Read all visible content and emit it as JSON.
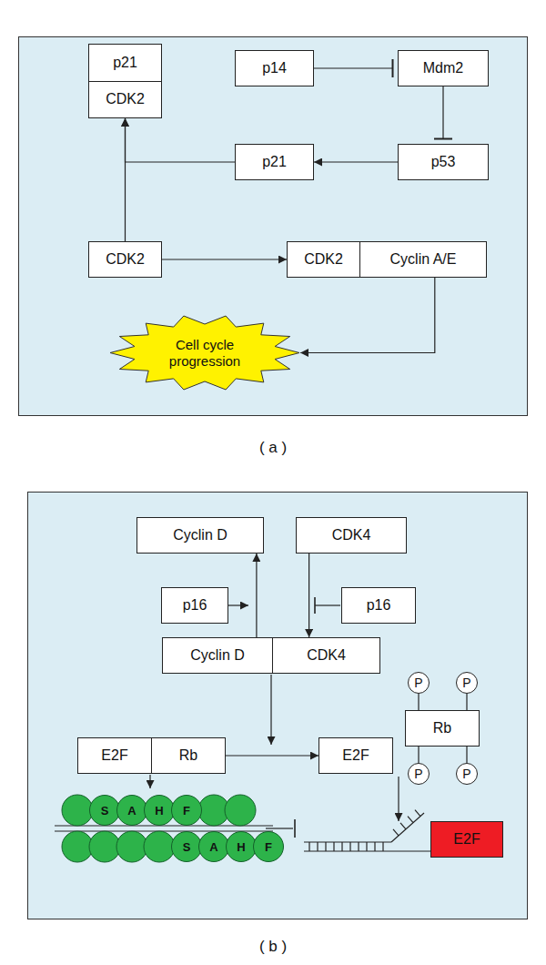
{
  "diagram": {
    "nodes": [
      {
        "text": [
          "p21",
          "CDK2"
        ]
      },
      {
        "text": [
          "p14"
        ]
      },
      {
        "text": [
          "Mdm2"
        ]
      },
      {
        "text": [
          "p21"
        ]
      },
      {
        "text": [
          "p53"
        ]
      },
      {
        "text": [
          "CDK2"
        ]
      },
      {
        "text": [
          "CDK2",
          "Cyclin A/E"
        ]
      },
      {
        "text": [
          "Cell cycle progression"
        ]
      },
      {
        "text": [
          "Cyclin D"
        ]
      },
      {
        "text": [
          "CDK4"
        ]
      },
      {
        "text": [
          "p16"
        ]
      },
      {
        "text": [
          "p16"
        ]
      },
      {
        "text": [
          "Cyclin D",
          "CDK4"
        ]
      },
      {
        "text": [
          "P"
        ]
      },
      {
        "text": [
          "P"
        ]
      },
      {
        "text": [
          "E2F",
          "Rb"
        ]
      },
      {
        "text": [
          "E2F"
        ]
      },
      {
        "text": [
          "Rb"
        ]
      },
      {
        "text": [
          "P"
        ]
      },
      {
        "text": [
          "P"
        ]
      },
      {
        "text": [
          "S"
        ]
      },
      {
        "text": [
          "A"
        ]
      },
      {
        "text": [
          "H"
        ]
      },
      {
        "text": [
          "F"
        ]
      },
      {
        "text": [
          "S"
        ]
      },
      {
        "text": [
          "A"
        ]
      },
      {
        "text": [
          "H"
        ]
      },
      {
        "text": [
          "F"
        ]
      },
      {
        "text": [
          "E2F"
        ]
      }
    ],
    "edges": [
      {
        "from": 1,
        "to": 2,
        "arrow": "to"
      },
      {
        "from": 2,
        "to": 4,
        "arrow": "to"
      },
      {
        "from": 4,
        "to": 3,
        "arrow": "to"
      },
      {
        "from": 3,
        "to": 0,
        "arrow": "to"
      },
      {
        "from": 5,
        "to": 0,
        "arrow": "to"
      },
      {
        "from": 5,
        "to": 6,
        "arrow": "to"
      },
      {
        "from": 6,
        "to": 7,
        "arrow": "to"
      },
      {
        "from": 9,
        "to": 12,
        "arrow": "to"
      },
      {
        "from": 12,
        "to": 8,
        "arrow": "to"
      },
      {
        "from": 15,
        "to": 16,
        "arrow": "to"
      },
      {
        "from": 13,
        "to": 17,
        "arrow": "none"
      },
      {
        "from": 14,
        "to": 17,
        "arrow": "none"
      },
      {
        "from": 18,
        "to": 17,
        "arrow": "none"
      },
      {
        "from": 19,
        "to": 17,
        "arrow": "none"
      }
    ],
    "labels": [
      "( a )",
      "( b )"
    ]
  }
}
